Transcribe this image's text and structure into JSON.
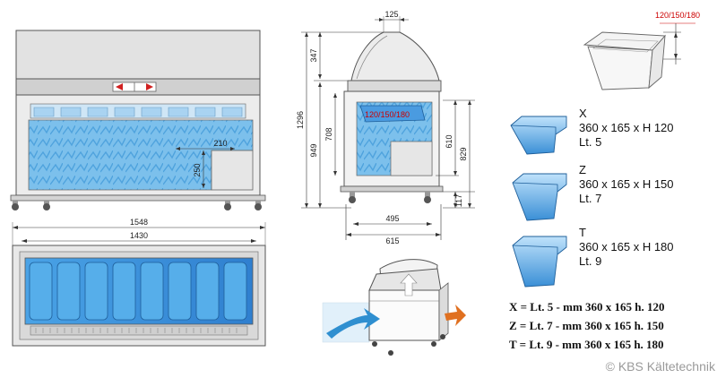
{
  "front_view": {
    "dim_depth": "210",
    "dim_height": "250"
  },
  "top_view": {
    "dim_outer": "1548",
    "dim_inner": "1430"
  },
  "side_view": {
    "dim_top_width": "125",
    "dim_hood": "347",
    "dim_total": "1296",
    "dim_body": "949",
    "dim_tank": "708",
    "dim_inner": "610",
    "dim_right": "829",
    "dim_foot": "117",
    "dim_inner_width": "495",
    "dim_outer_width": "615",
    "pan_label": "120/150/180"
  },
  "pan_detail": {
    "height_options": "120/150/180"
  },
  "pans": [
    {
      "letter": "X",
      "size": "360 x 165 x H 120",
      "volume": "Lt. 5"
    },
    {
      "letter": "Z",
      "size": "360 x 165 x H 150",
      "volume": "Lt. 7"
    },
    {
      "letter": "T",
      "size": "360 x 165 x H 180",
      "volume": "Lt. 9"
    }
  ],
  "legend": [
    "X = Lt. 5 - mm 360 x 165 h. 120",
    "Z = Lt. 7 - mm 360 x 165 h. 150",
    "T = Lt. 9 - mm 360 x 165 h. 180"
  ],
  "copyright": "© KBS Kältetechnik",
  "colors": {
    "ice_blue": "#6fb8e8",
    "pan_blue": "#3a8fd6",
    "steel": "#d8d8d8",
    "dim_red": "#cc0000",
    "arrow_orange": "#e07020",
    "arrow_blue": "#2f8fd0"
  }
}
